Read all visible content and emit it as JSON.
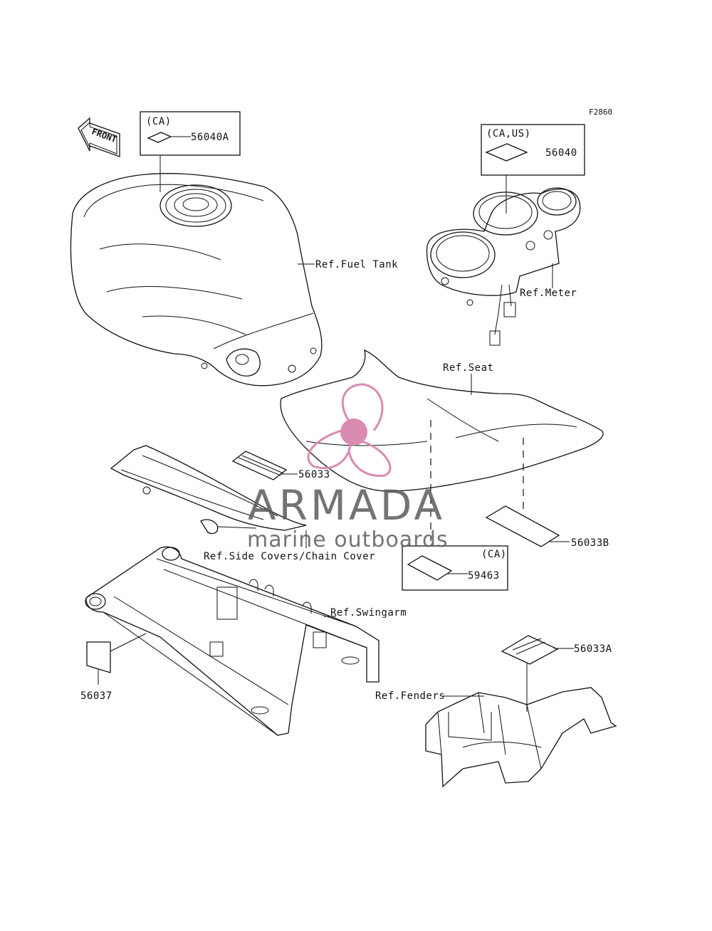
{
  "figure_code": "F2860",
  "front_arrow": {
    "label": "FRONT"
  },
  "boxes": {
    "box_56040A": {
      "region": "(CA)",
      "part": "56040A"
    },
    "box_56040": {
      "region": "(CA,US)",
      "part": "56040"
    },
    "box_59463": {
      "region": "(CA)",
      "part": "59463"
    }
  },
  "refs": {
    "fuel_tank": "Ref.Fuel Tank",
    "meter": "Ref.Meter",
    "seat": "Ref.Seat",
    "side_covers": "Ref.Side Covers/Chain Cover",
    "swingarm": "Ref.Swingarm",
    "fenders": "Ref.Fenders"
  },
  "parts": {
    "p56033": "56033",
    "p56033B": "56033B",
    "p56037": "56037",
    "p56033A": "56033A"
  },
  "watermark": {
    "brand": "ARMADA",
    "tagline": "marine outboards",
    "brand_color": "#5a5a5a",
    "logo_color": "#d98bb0"
  }
}
